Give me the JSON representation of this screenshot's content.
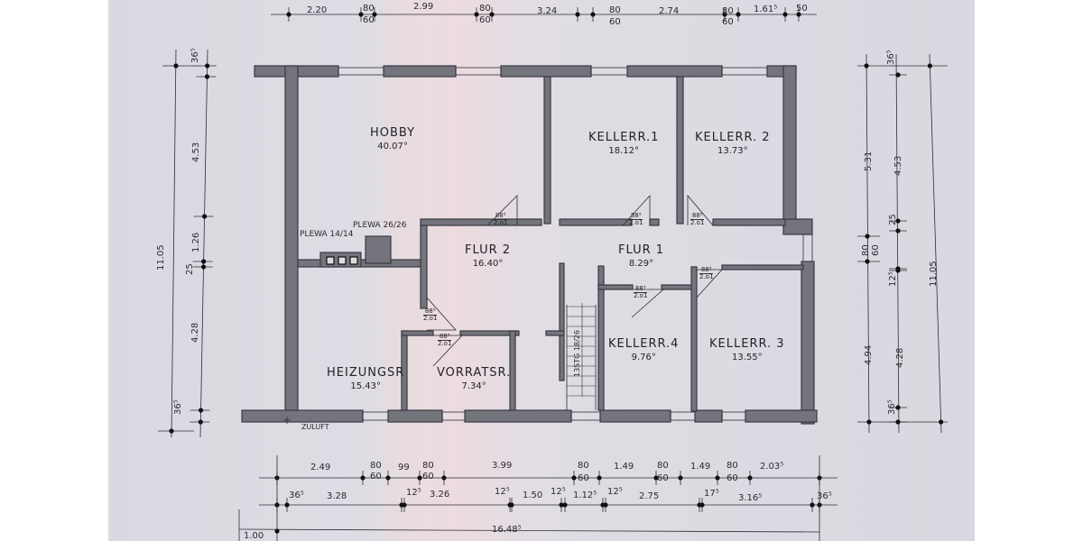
{
  "rooms": [
    {
      "name": "HOBBY",
      "area": "40.07°"
    },
    {
      "name": "KELLERR.1",
      "area": "18.12°"
    },
    {
      "name": "KELLERR. 2",
      "area": "13.73°"
    },
    {
      "name": "FLUR 2",
      "area": "16.40°"
    },
    {
      "name": "FLUR 1",
      "area": "8.29°"
    },
    {
      "name": "KELLERR.4",
      "area": "9.76°"
    },
    {
      "name": "KELLERR. 3",
      "area": "13.55°"
    },
    {
      "name": "HEIZUNGSR",
      "area": "15.43°"
    },
    {
      "name": "VORRATSR.",
      "area": "7.34°"
    }
  ],
  "labels": {
    "plewa_small": "PLEWA 14/14",
    "plewa_large": "PLEWA 26/26",
    "zuluft": "ZULUFT",
    "stair": "13STG 18/26"
  },
  "door": {
    "width": "88⁵",
    "height": "2.o1"
  },
  "dims_top": [
    "2.20",
    "80",
    "60",
    "2.99",
    "80",
    "60",
    "3.24",
    "80",
    "60",
    "2.74",
    "80",
    "60",
    "1.61⁵",
    "50"
  ],
  "dims_bottom1": [
    "2.49",
    "80",
    "60",
    "99",
    "80",
    "60",
    "3.99",
    "80",
    "60",
    "1.49",
    "80",
    "60",
    "1.49",
    "80",
    "60",
    "2.03⁵"
  ],
  "dims_bottom2": [
    "36⁵",
    "3.28",
    "12⁵",
    "3.26",
    "12⁵",
    "1.50",
    "12⁵",
    "1.12⁵",
    "12⁵",
    "2.75",
    "17⁵",
    "3.16⁵",
    "36⁵"
  ],
  "dims_bottom3": [
    "1.00",
    "16.48⁵"
  ],
  "dims_left": [
    "36⁵",
    "4.53",
    "1.26",
    "25",
    "4.28",
    "36⁵",
    "11.05"
  ],
  "dims_right": [
    "36⁵",
    "5.31",
    "4.53",
    "25",
    "80",
    "60",
    "12⁵",
    "4.94",
    "4.28",
    "36⁵",
    "11.05"
  ],
  "colors": {
    "wall": "#74747c",
    "wall_edge": "#3a3a42",
    "line": "#2c2c34"
  }
}
